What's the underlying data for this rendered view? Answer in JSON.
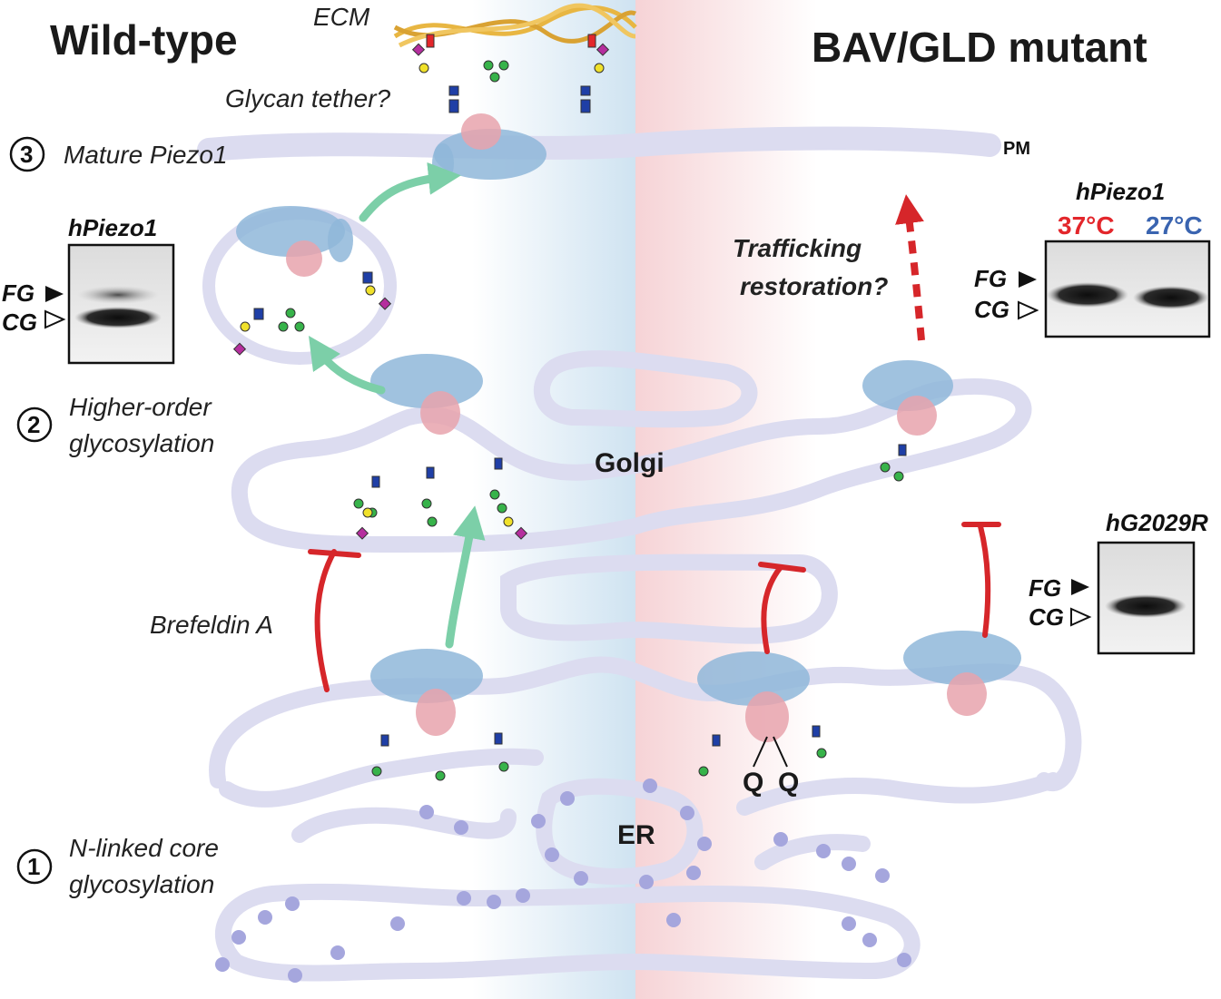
{
  "titles": {
    "left": "Wild-type",
    "right": "BAV/GLD mutant"
  },
  "labels": {
    "ecm": "ECM",
    "glycan_tether": "Glycan tether?",
    "pm": "PM",
    "golgi": "Golgi",
    "er": "ER",
    "brefeldin": "Brefeldin A",
    "trafficking_line1": "Trafficking",
    "trafficking_line2": "restoration?",
    "q1": "Q",
    "q2": "Q"
  },
  "steps": [
    {
      "number": "3",
      "line1": "Mature Piezo1",
      "line2": ""
    },
    {
      "number": "2",
      "line1": "Higher-order",
      "line2": "glycosylation"
    },
    {
      "number": "1",
      "line1": "N-linked core",
      "line2": "glycosylation"
    }
  ],
  "blots": {
    "wt": {
      "title": "hPiezo1",
      "fg": "FG",
      "cg": "CG"
    },
    "temp": {
      "title": "hPiezo1",
      "t37": "37°C",
      "t27": "27°C",
      "fg": "FG",
      "cg": "CG"
    },
    "mut": {
      "title": "hG2029R",
      "fg": "FG",
      "cg": "CG"
    }
  },
  "colors": {
    "membrane": "#dcdcf0",
    "wt_gradient": "#cfe3f1",
    "mut_gradient": "#f6d3d6",
    "inhibition": "#d6262a",
    "trafficking_arrow": "#7ccfa8",
    "ecm_fiber": "#e8b642",
    "protein_blue": "#8fb7d9",
    "protein_pink": "#e8a3ad",
    "ribosome": "#a5a6dd",
    "temp_37": "#e3262b",
    "temp_27": "#3a64b0"
  }
}
